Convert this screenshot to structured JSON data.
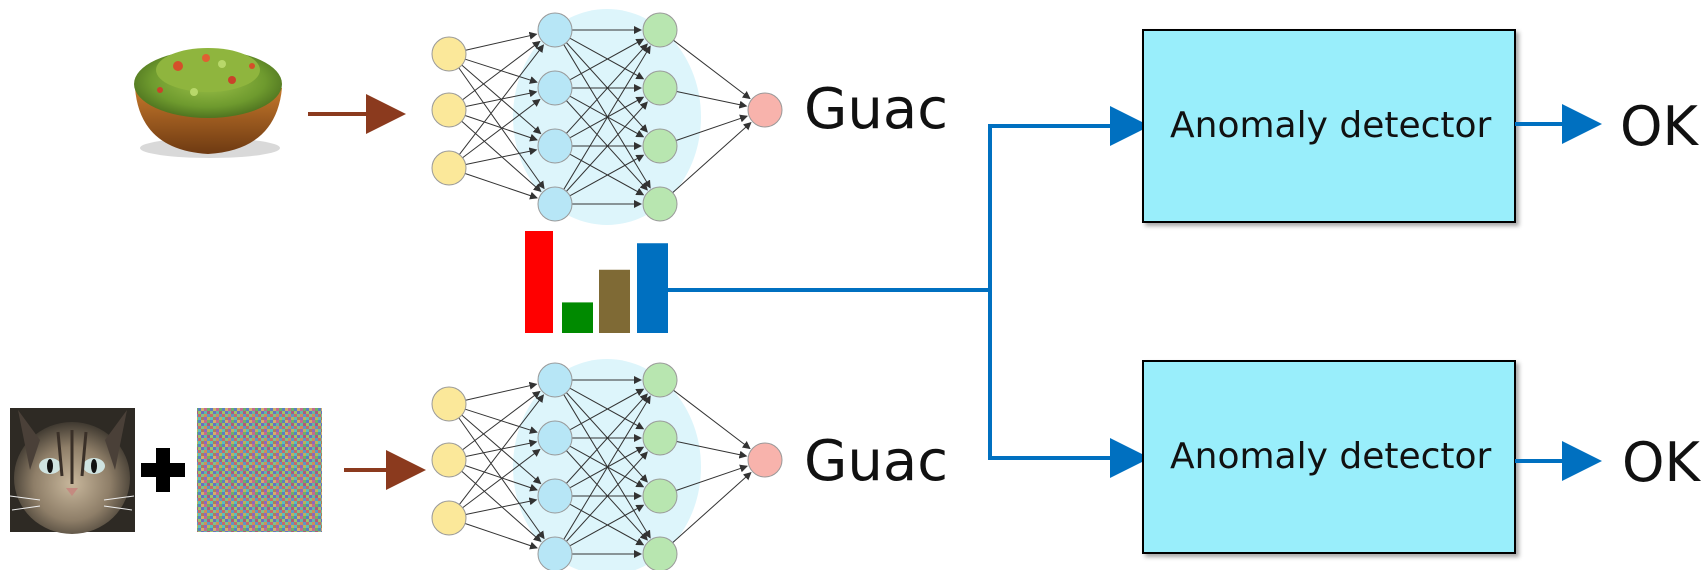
{
  "top_network": {
    "output_label": "Guac"
  },
  "bottom_network": {
    "output_label": "Guac"
  },
  "detector_top": {
    "label": "Anomaly detector",
    "result": "OK"
  },
  "detector_bottom": {
    "label": "Anomaly detector",
    "result": "OK"
  },
  "colors": {
    "arrow_brown": "#8B3A1E",
    "connector_blue": "#0070C0",
    "box_fill": "#99EEFB",
    "input_node": "#FBE89A",
    "hidden1_node": "#B7E6F6",
    "hidden2_node": "#B8E6B0",
    "output_node": "#F8B3AC",
    "hidden_halo": "#DDF5FB",
    "bar_red": "#FF0000",
    "bar_green": "#008A00",
    "bar_olive": "#7F6A35",
    "bar_blue": "#0070C0"
  },
  "icons": {
    "guacamole": "guacamole-bowl-image",
    "cat": "cat-photo-image",
    "noise": "adversarial-noise-image",
    "plus": "plus-icon"
  },
  "activation_bars": [
    1.0,
    0.3,
    0.62,
    0.88
  ]
}
